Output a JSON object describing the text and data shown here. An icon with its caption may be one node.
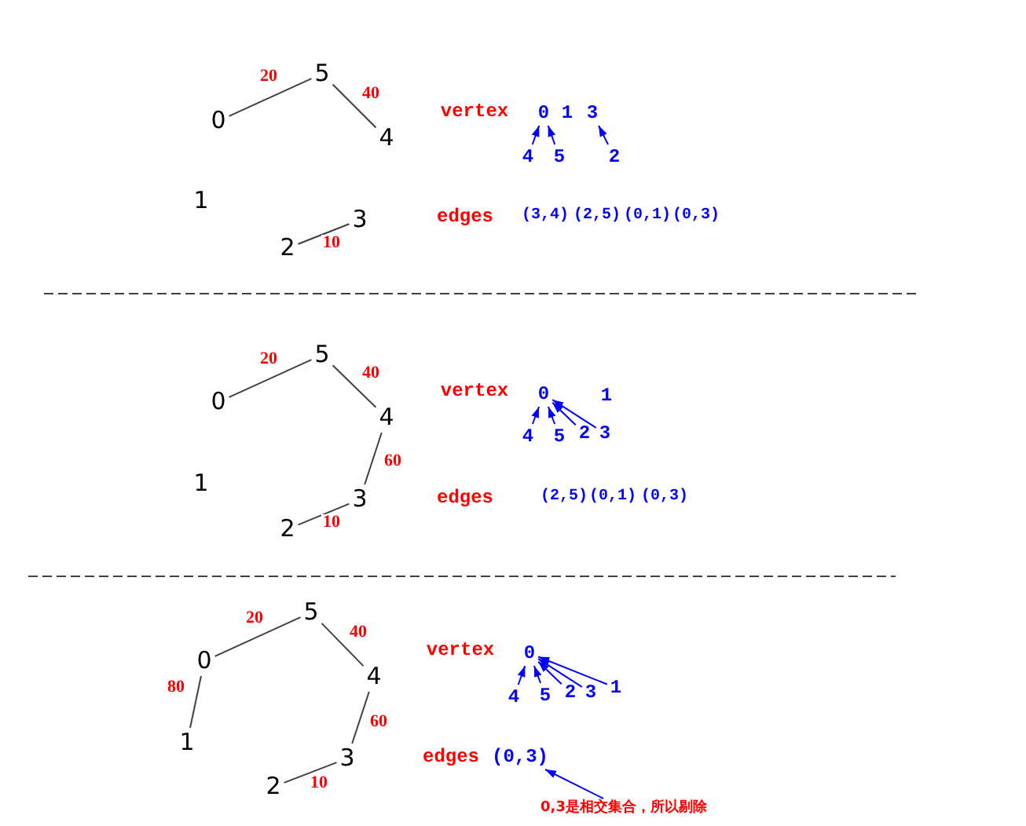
{
  "diagram": {
    "nodes": [
      {
        "text": [
          "5"
        ]
      },
      {
        "text": [
          "0"
        ]
      },
      {
        "text": [
          "4"
        ]
      },
      {
        "text": [
          "1"
        ]
      },
      {
        "text": [
          "3"
        ]
      },
      {
        "text": [
          "2"
        ]
      },
      {
        "text": [
          "0"
        ]
      },
      {
        "text": [
          "1"
        ]
      },
      {
        "text": [
          "3"
        ]
      },
      {
        "text": [
          "4"
        ]
      },
      {
        "text": [
          "5"
        ]
      },
      {
        "text": [
          "2"
        ]
      },
      {
        "text": [
          "5"
        ]
      },
      {
        "text": [
          "0"
        ]
      },
      {
        "text": [
          "4"
        ]
      },
      {
        "text": [
          "1"
        ]
      },
      {
        "text": [
          "3"
        ]
      },
      {
        "text": [
          "2"
        ]
      },
      {
        "text": [
          "0"
        ]
      },
      {
        "text": [
          "1"
        ]
      },
      {
        "text": [
          "4"
        ]
      },
      {
        "text": [
          "5"
        ]
      },
      {
        "text": [
          "2"
        ]
      },
      {
        "text": [
          "3"
        ]
      },
      {
        "text": [
          "5"
        ]
      },
      {
        "text": [
          "0"
        ]
      },
      {
        "text": [
          "4"
        ]
      },
      {
        "text": [
          "1"
        ]
      },
      {
        "text": [
          "3"
        ]
      },
      {
        "text": [
          "2"
        ]
      },
      {
        "text": [
          "0"
        ]
      },
      {
        "text": [
          "4"
        ]
      },
      {
        "text": [
          "5"
        ]
      },
      {
        "text": [
          "2"
        ]
      },
      {
        "text": [
          "3"
        ]
      },
      {
        "text": [
          "1"
        ]
      },
      {
        "text": [
          "(0,3)"
        ]
      },
      {
        "text": [
          "0,3是相交集合，所以剔除"
        ]
      }
    ],
    "edges": [
      {
        "from": 1,
        "to": 0,
        "arrow": "none",
        "label": "20",
        "color": "#404040"
      },
      {
        "from": 0,
        "to": 2,
        "arrow": "none",
        "label": "40",
        "color": "#404040"
      },
      {
        "from": 5,
        "to": 4,
        "arrow": "none",
        "label": "10",
        "color": "#404040"
      },
      {
        "from": 9,
        "to": 6,
        "arrow": "to"
      },
      {
        "from": 10,
        "to": 6,
        "arrow": "to"
      },
      {
        "from": 11,
        "to": 8,
        "arrow": "to"
      },
      {
        "from": 13,
        "to": 12,
        "arrow": "none",
        "label": "20",
        "color": "#404040"
      },
      {
        "from": 12,
        "to": 14,
        "arrow": "none",
        "label": "40",
        "color": "#404040"
      },
      {
        "from": 14,
        "to": 16,
        "arrow": "none",
        "label": "60",
        "color": "#404040"
      },
      {
        "from": 17,
        "to": 16,
        "arrow": "none",
        "label": "10",
        "color": "#404040"
      },
      {
        "from": 20,
        "to": 18,
        "arrow": "to"
      },
      {
        "from": 21,
        "to": 18,
        "arrow": "to"
      },
      {
        "from": 22,
        "to": 18,
        "arrow": "to"
      },
      {
        "from": 23,
        "to": 18,
        "arrow": "to"
      },
      {
        "from": 25,
        "to": 24,
        "arrow": "none",
        "label": "20",
        "color": "#404040"
      },
      {
        "from": 24,
        "to": 26,
        "arrow": "none",
        "label": "40",
        "color": "#404040"
      },
      {
        "from": 25,
        "to": 27,
        "arrow": "none",
        "label": "80",
        "color": "#404040"
      },
      {
        "from": 26,
        "to": 28,
        "arrow": "none",
        "label": "60",
        "color": "#404040"
      },
      {
        "from": 29,
        "to": 28,
        "arrow": "none",
        "label": "10",
        "color": "#404040"
      },
      {
        "from": 31,
        "to": 30,
        "arrow": "to"
      },
      {
        "from": 32,
        "to": 30,
        "arrow": "to"
      },
      {
        "from": 33,
        "to": 30,
        "arrow": "to"
      },
      {
        "from": 34,
        "to": 30,
        "arrow": "to"
      },
      {
        "from": 35,
        "to": 30,
        "arrow": "to"
      },
      {
        "from": 37,
        "to": 36,
        "arrow": "to"
      }
    ],
    "labels": [
      "vertex",
      "edges",
      "(3,4)",
      "(2,5)",
      "(0,1)",
      "(0,3)",
      "vertex",
      "edges",
      "(2,5)",
      "(0,1)",
      "(0,3)",
      "vertex",
      "edges"
    ]
  }
}
